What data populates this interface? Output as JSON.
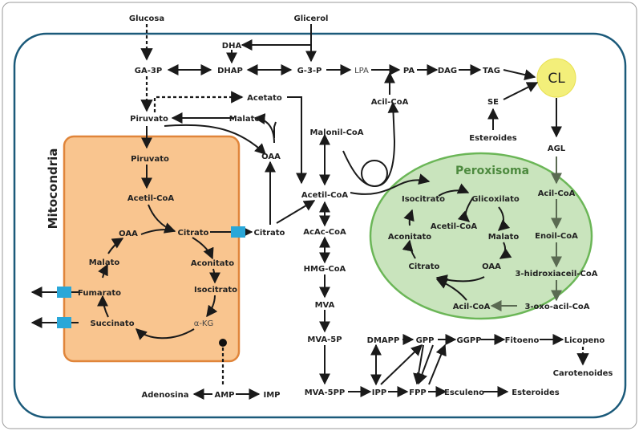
{
  "colors": {
    "cell_border": "#1b5a7a",
    "mitochondria_fill": "#f9c58f",
    "mitochondria_border": "#e0853a",
    "peroxisome_fill": "#c9e4bd",
    "peroxisome_border": "#6bb657",
    "lipid_droplet_fill": "#f3ef7a",
    "transporter": "#2aa7d8"
  },
  "compartments": {
    "mitochondria": "Mitocondria",
    "peroxisome": "Peroxisoma",
    "lipid_droplet": "CL"
  },
  "metabolites": {
    "glucosa": "Glucosa",
    "glicerol": "Glicerol",
    "dha": "DHA",
    "ga3p": "GA-3P",
    "dhap": "DHAP",
    "g3p": "G-3-P",
    "lpa": "LPA",
    "pa": "PA",
    "dag": "DAG",
    "tag": "TAG",
    "acetato": "Acetato",
    "piruvato_cyt": "Piruvato",
    "malato_cyt": "Malato",
    "oaa_cyt": "OAA",
    "acil_coa_top": "Acil-CoA",
    "se": "SE",
    "esteroides_top": "Esteroides",
    "agl": "AGL",
    "malonil_coa": "Malonil-CoA",
    "acetil_coa_cyt": "Acetil-CoA",
    "citrato_cyt": "Citrato",
    "acac_coa": "AcAc-CoA",
    "hmg_coa": "HMG-CoA",
    "mva": "MVA",
    "mva_5p": "MVA-5P",
    "mva_5pp": "MVA-5PP",
    "ipp": "IPP",
    "dmapp": "DMAPP",
    "gpp": "GPP",
    "fpp": "FPP",
    "ggpp": "GGPP",
    "fitoeno": "Fitoeno",
    "licopeno": "Licopeno",
    "carotenoides": "Carotenoides",
    "esculeno": "Esculeno",
    "esteroides_bottom": "Esteroides",
    "adenosina": "Adenosina",
    "amp": "AMP",
    "imp": "IMP"
  },
  "mitochondria_cycle": {
    "piruvato": "Piruvato",
    "acetil_coa": "Acetil-CoA",
    "oaa": "OAA",
    "citrato": "Citrato",
    "aconitato": "Aconitato",
    "isocitrato": "Isocitrato",
    "akg": "α-KG",
    "succinato": "Succinato",
    "fumarato": "Fumarato",
    "malato": "Malato"
  },
  "peroxisome_cycle": {
    "isocitrato": "Isocitrato",
    "glicoxilato": "Glicoxilato",
    "acetil_coa": "Acetil-CoA",
    "malato": "Malato",
    "aconitato": "Aconitato",
    "oaa": "OAA",
    "citrato": "Citrato",
    "acil_coa": "Acil-CoA",
    "oxo_acil_coa": "3-oxo-acil-CoA"
  },
  "beta_oxidation": {
    "acil_coa": "Acil-CoA",
    "enoil_coa": "Enoil-CoA",
    "hidroxiacil_coa": "3-hidroxiaceil-CoA"
  }
}
